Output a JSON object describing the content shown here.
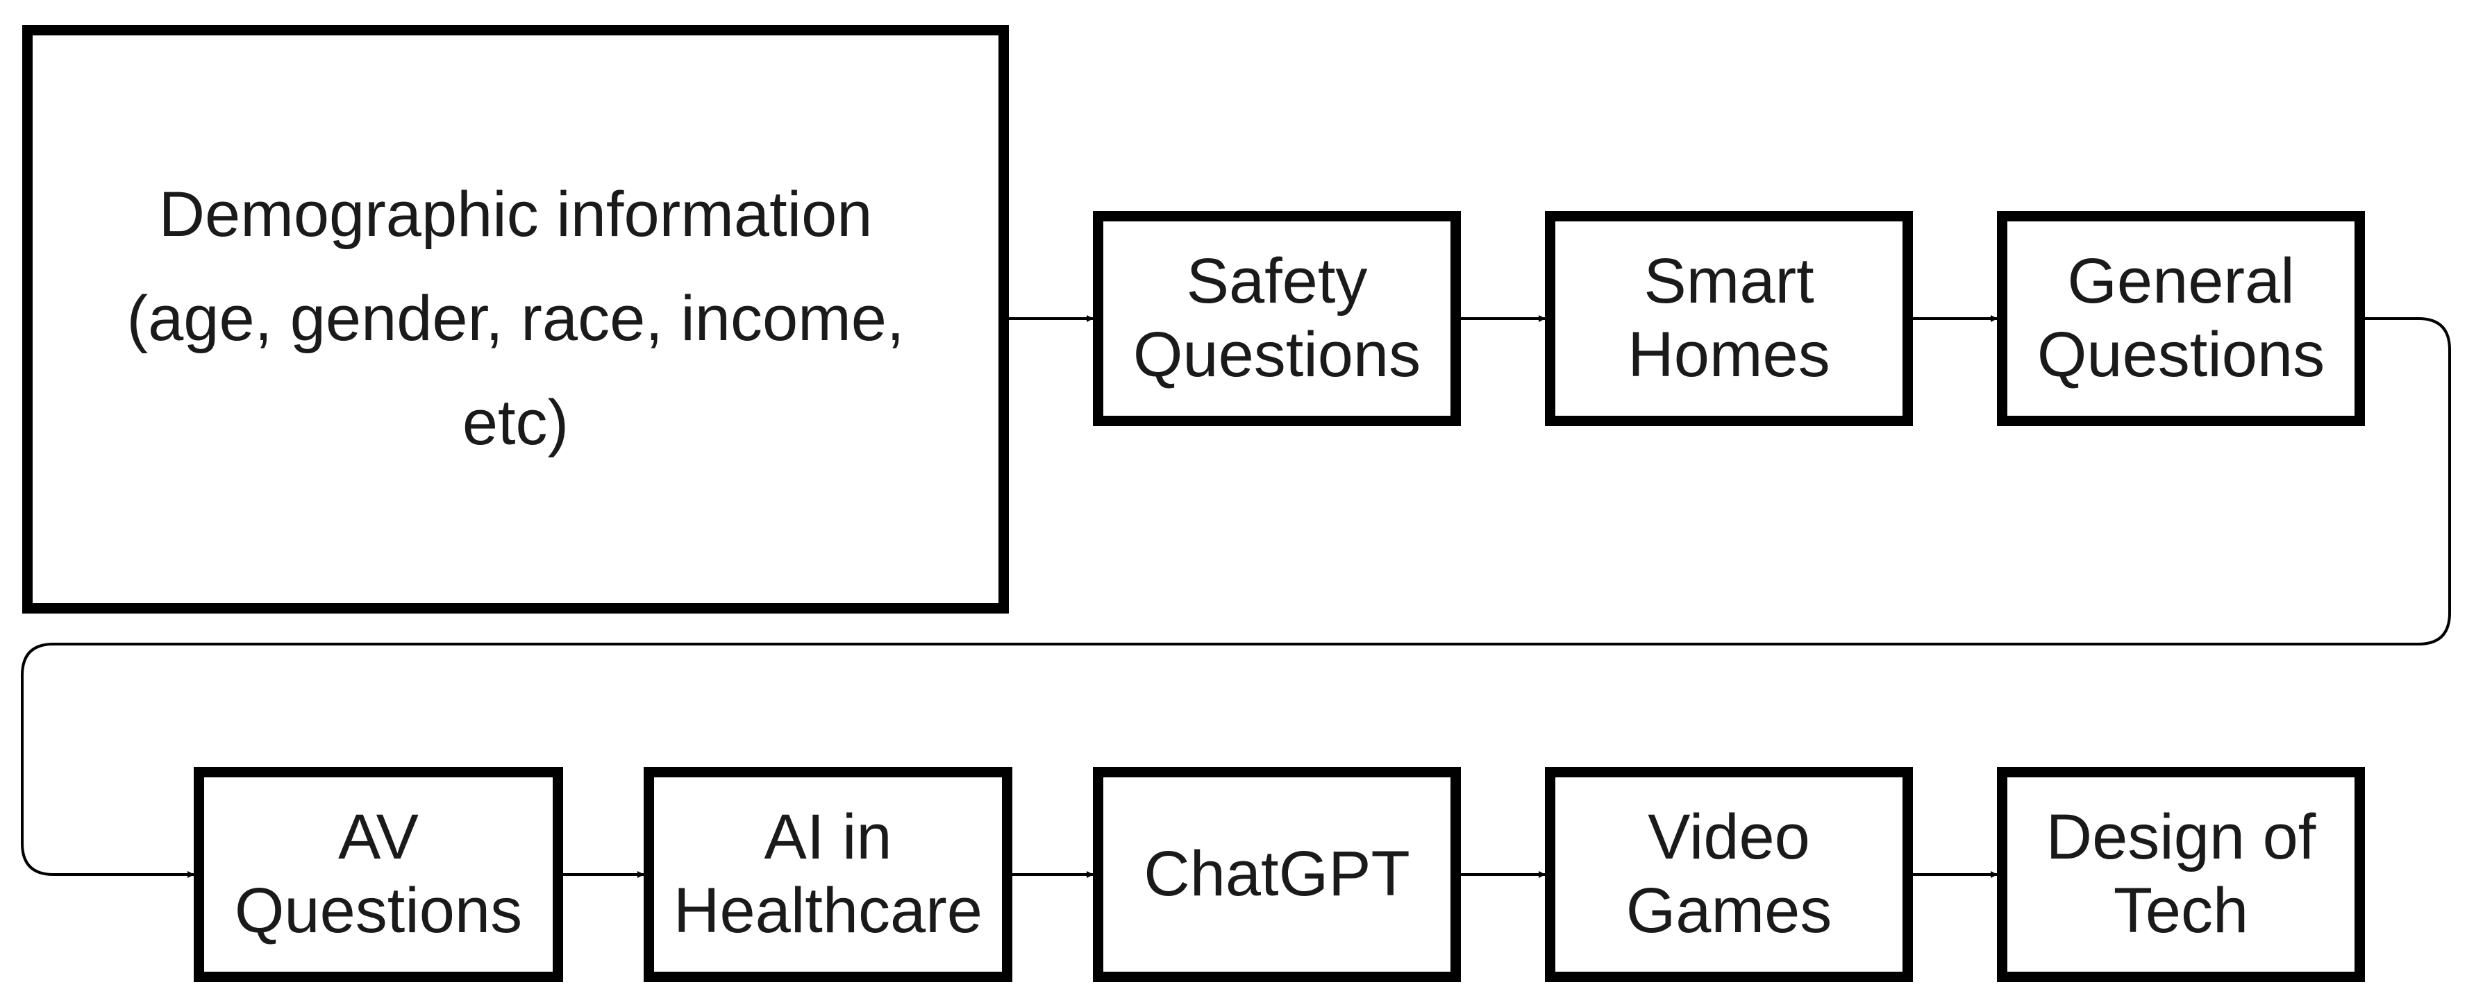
{
  "diagram": {
    "type": "flowchart",
    "colors": {
      "stroke": "#000000",
      "text": "#1a1a1a",
      "background": "#ffffff"
    },
    "nodes": [
      {
        "id": "demographics",
        "label": "Demographic information\n(age, gender, race, income,\netc)"
      },
      {
        "id": "safety",
        "label": "Safety\nQuestions"
      },
      {
        "id": "smart_homes",
        "label": "Smart\nHomes"
      },
      {
        "id": "general",
        "label": "General\nQuestions"
      },
      {
        "id": "av",
        "label": "AV\nQuestions"
      },
      {
        "id": "ai_healthcare",
        "label": "AI in\nHealthcare"
      },
      {
        "id": "chatgpt",
        "label": "ChatGPT"
      },
      {
        "id": "video_games",
        "label": "Video\nGames"
      },
      {
        "id": "design_tech",
        "label": "Design of\nTech"
      }
    ],
    "edges": [
      {
        "from": "demographics",
        "to": "safety"
      },
      {
        "from": "safety",
        "to": "smart_homes"
      },
      {
        "from": "smart_homes",
        "to": "general"
      },
      {
        "from": "general",
        "to": "av"
      },
      {
        "from": "av",
        "to": "ai_healthcare"
      },
      {
        "from": "ai_healthcare",
        "to": "chatgpt"
      },
      {
        "from": "chatgpt",
        "to": "video_games"
      },
      {
        "from": "video_games",
        "to": "design_tech"
      }
    ]
  }
}
